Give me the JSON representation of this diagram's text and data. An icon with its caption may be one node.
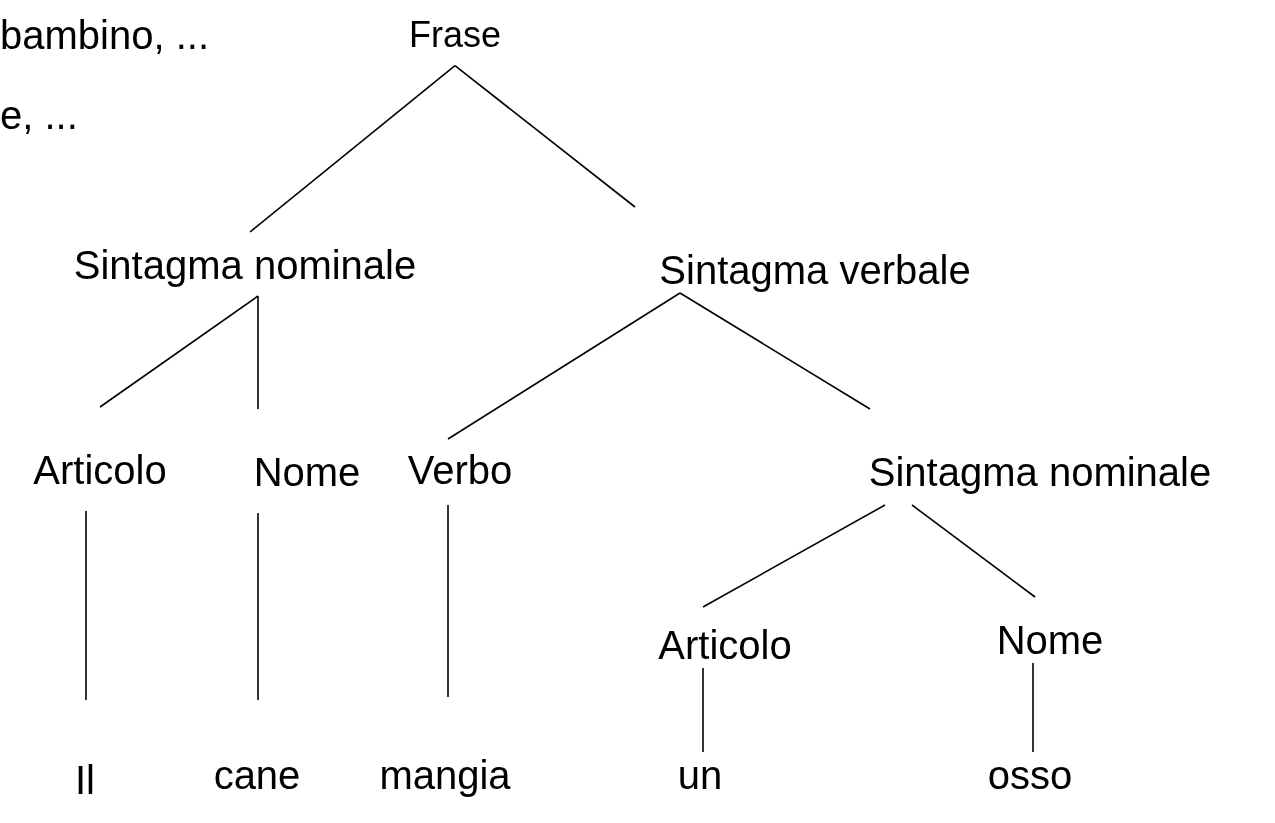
{
  "diagram": {
    "nodes": [
      {
        "text": [
          "Frase"
        ]
      },
      {
        "text": [
          "Sintagma nominale"
        ]
      },
      {
        "text": [
          "Sintagma verbale"
        ]
      },
      {
        "text": [
          "Articolo"
        ]
      },
      {
        "text": [
          "Nome"
        ]
      },
      {
        "text": [
          "Verbo"
        ]
      },
      {
        "text": [
          "Sintagma nominale"
        ]
      },
      {
        "text": [
          "Articolo"
        ]
      },
      {
        "text": [
          "Nome"
        ]
      },
      {
        "text": [
          "Il"
        ]
      },
      {
        "text": [
          "cane"
        ]
      },
      {
        "text": [
          "mangia"
        ]
      },
      {
        "text": [
          "un"
        ]
      },
      {
        "text": [
          "osso"
        ]
      }
    ],
    "edges": [
      {
        "from": 0,
        "to": 1,
        "arrow": "none"
      },
      {
        "from": 0,
        "to": 2,
        "arrow": "none"
      },
      {
        "from": 1,
        "to": 3,
        "arrow": "none"
      },
      {
        "from": 1,
        "to": 4,
        "arrow": "none"
      },
      {
        "from": 2,
        "to": 5,
        "arrow": "none"
      },
      {
        "from": 2,
        "to": 6,
        "arrow": "none"
      },
      {
        "from": 6,
        "to": 7,
        "arrow": "none"
      },
      {
        "from": 6,
        "to": 8,
        "arrow": "none"
      },
      {
        "from": 3,
        "to": 9,
        "arrow": "none"
      },
      {
        "from": 4,
        "to": 10,
        "arrow": "none"
      },
      {
        "from": 5,
        "to": 11,
        "arrow": "none"
      },
      {
        "from": 7,
        "to": 12,
        "arrow": "none"
      },
      {
        "from": 8,
        "to": 13,
        "arrow": "none"
      }
    ],
    "labels": [
      "bambino, ...",
      "e, ..."
    ]
  }
}
